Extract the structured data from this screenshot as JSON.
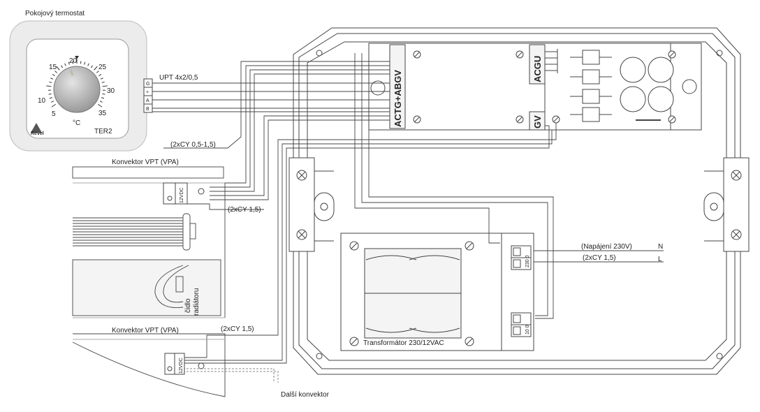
{
  "thermostat": {
    "title": "Pokojový termostat",
    "model": "TER2",
    "brand": "Revel",
    "unit": "°C",
    "scale": [
      "10",
      "15",
      "20",
      "25",
      "30",
      "35",
      "5"
    ],
    "terminals": [
      "G",
      "+",
      "A",
      "B"
    ]
  },
  "cables": {
    "upt": "UPT 4x2/0,5",
    "cy_05": "(2xCY 0,5-1,5)",
    "cy_15_a": "(2xCY 1,5)",
    "cy_15_b": "(2xCY 1,5)",
    "cy_15_c": "(2xCY 1,5)",
    "power": "(Napájení 230V)",
    "n": "N",
    "l": "L"
  },
  "convectors": {
    "top_label": "Konvektor VPT (VPA)",
    "bottom_label": "Konvektor VPT (VPA)",
    "sensor_line1": "čidlo",
    "sensor_line2": "radiátoru",
    "next": "Další konvektor",
    "terminal_label": "12VDC"
  },
  "module": {
    "left_terminals": "ACTG+ABGV",
    "right_top": "ACGU",
    "right_bottom": "GV"
  },
  "transformer": {
    "label": "Transformátor 230/12VAC",
    "in_label": "230 0",
    "out_label": "10 0"
  },
  "colors": {
    "line": "#333333",
    "box_fill": "#f2f2f2",
    "thermostat_bg": "#efefef"
  }
}
